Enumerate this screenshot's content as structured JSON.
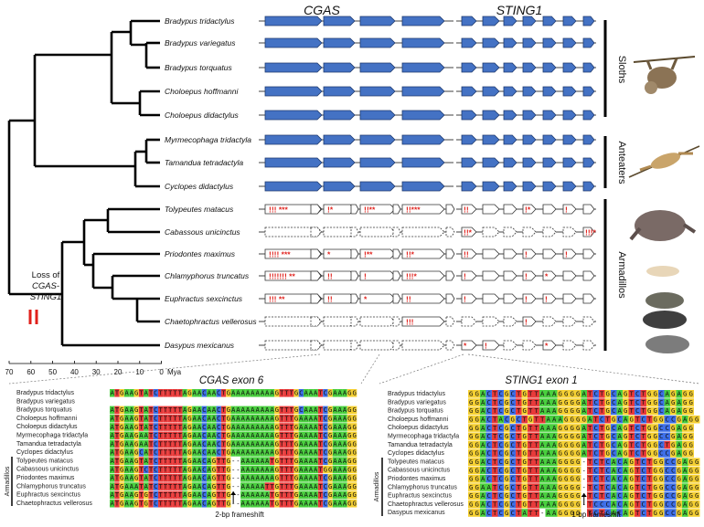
{
  "colors": {
    "gene_intact": "#4472c4",
    "gene_outline": "#1f3a6e",
    "stop": "#e0201b",
    "loss_mark": "#e0201b"
  },
  "figure": {
    "gene_titles": [
      "CGAS",
      "STING1"
    ],
    "clades": [
      "Sloths",
      "Anteaters",
      "Armadillos"
    ],
    "axis": {
      "ticks": [
        "70",
        "60",
        "50",
        "40",
        "30",
        "20",
        "10",
        "0"
      ],
      "unit": "Mya"
    },
    "loss_label": {
      "line1": "Loss of",
      "line2": "CGAS-",
      "line3": "STING1"
    },
    "species": [
      {
        "name": "Bradypus tridactylus",
        "status": "intact",
        "cgas_marks": [],
        "sting_marks": []
      },
      {
        "name": "Bradypus variegatus",
        "status": "partial",
        "cgas_marks": [],
        "sting_marks": []
      },
      {
        "name": "Bradypus torquatus",
        "status": "intact",
        "cgas_marks": [],
        "sting_marks": []
      },
      {
        "name": "Choloepus hoffmanni",
        "status": "intact",
        "cgas_marks": [],
        "sting_marks": []
      },
      {
        "name": "Choloepus didactylus",
        "status": "intact",
        "cgas_marks": [],
        "sting_marks": []
      },
      {
        "name": "Myrmecophaga tridactyla",
        "status": "intact",
        "cgas_marks": [],
        "sting_marks": []
      },
      {
        "name": "Tamandua tetradactyla",
        "status": "intact",
        "cgas_marks": [],
        "sting_marks": []
      },
      {
        "name": "Cyclopes didactylus",
        "status": "intact",
        "cgas_marks": [],
        "sting_marks": []
      },
      {
        "name": "Tolypeutes matacus",
        "status": "lost",
        "cgas_marks": [
          "!!! ***",
          "!*",
          "!!**",
          "!!***"
        ],
        "sting_marks": [
          "!!",
          "",
          "",
          "!*",
          "",
          "!",
          ""
        ]
      },
      {
        "name": "Cabassous unicinctus",
        "status": "lost-dashed",
        "cgas_marks": [
          "",
          "",
          "",
          ""
        ],
        "sting_marks": [
          "!!*",
          "",
          "",
          "",
          "",
          "",
          "!!!*"
        ]
      },
      {
        "name": "Priodontes maximus",
        "status": "lost",
        "cgas_marks": [
          "!!!! ***",
          "*",
          "!**",
          "!!*"
        ],
        "sting_marks": [
          "!!",
          "",
          "",
          "!",
          "",
          "!",
          ""
        ]
      },
      {
        "name": "Chlamyphorus truncatus",
        "status": "lost",
        "cgas_marks": [
          "!!!!!!! **",
          "!!",
          "!",
          "!!!*"
        ],
        "sting_marks": [
          "!",
          "",
          "",
          "!",
          "*",
          "",
          ""
        ]
      },
      {
        "name": "Euphractus sexcinctus",
        "status": "lost",
        "cgas_marks": [
          "!!! **",
          "!!",
          "*",
          "!!"
        ],
        "sting_marks": [
          "!",
          "",
          "",
          "!",
          "!",
          "",
          ""
        ]
      },
      {
        "name": "Chaetophractus vellerosus",
        "status": "lost-dashed",
        "cgas_marks": [
          "",
          "",
          "",
          "!!!"
        ],
        "sting_marks": [
          "",
          "",
          "",
          "!",
          "",
          "",
          ""
        ]
      },
      {
        "name": "Dasypus mexicanus",
        "status": "lost-dashed",
        "cgas_marks": [
          "",
          "",
          "",
          ""
        ],
        "sting_marks": [
          "*",
          "!",
          "",
          "",
          "*",
          "",
          ""
        ]
      }
    ],
    "alignment_cgas": {
      "title": "CGAS exon 6",
      "clade_label": "Armadillos",
      "frameshift_label": "2-bp frameshift",
      "rows": [
        {
          "name": "Bradypus tridactylus",
          "seq": "ATGAAGTATCTTTTTAGAACAACTGAAAAAAAAAGTTTGCAAATCGAAAGG"
        },
        {
          "name": "Bradypus variegatus",
          "seq": ""
        },
        {
          "name": "Bradypus torquatus",
          "seq": "ATGAAGTATCTTTTTAGAACAACTGAAAAAAAAAGTTTGCAAATCGAAAGG"
        },
        {
          "name": "Choloepus hoffmanni",
          "seq": "ATGAAGTATCTTTTTAGAACAACTGAAAAAAAAAGTTTGAAAATCGAAAGG"
        },
        {
          "name": "Choloepus didactylus",
          "seq": "ATGAAGTATCTTTTTAGAACAACTGAAAAAAAAAGTTTGAAAATCGAAAGG"
        },
        {
          "name": "Myrmecophaga tridactyla",
          "seq": "ATGAAGAATCTTTTTAGAACAACTGAAAAAAAAAGTTTGAAAATCGAAAGG"
        },
        {
          "name": "Tamandua tetradactyla",
          "seq": "ATGAAGAATCTTTTTAGAACAACTGAAAAAAAAAGTTTGAAAATCGAAAGG"
        },
        {
          "name": "Cyclopes didactylus",
          "seq": "ATGAAGCATCTTTTTAGAACAACTGAAAAAAAAAGTTTGAAAATCGAAAGG"
        },
        {
          "name": "Tolypeutes matacus",
          "seq": "ATGAAGTATCTTTTTAGAACAGTTG--AAAAAATGTTTGAAAATCGAAAGG"
        },
        {
          "name": "Cabassous unicinctus",
          "seq": "ATGAAGTCTCTTTTTAGAACAGTTG--AAAAAAAGTTTGAAAATGGAAAGG"
        },
        {
          "name": "Priodontes maximus",
          "seq": "ATGAAGTATCTTTTTAGAACAGTTG--AAAAAAAGTTTGAAAATCGAAAGG"
        },
        {
          "name": "Chlamyphorus truncatus",
          "seq": "ATGAAATATCTTTTTAGAACAGTTG--AAAAATTGTTTGAAAATCGAAAGG"
        },
        {
          "name": "Euphractus sexcinctus",
          "seq": "ATGAAGTGTCTTTTTAGAACAGTTG--AAAAAATGTTTGAAAATCGAAAGG"
        },
        {
          "name": "Chaetophractus vellerosus",
          "seq": "ATGAAGTGTCTTTTTAGAACAGTTG--AAAAAATGTTTGAAAATCGAAAGG"
        }
      ]
    },
    "alignment_sting": {
      "title": "STING1 exon 1",
      "clade_label": "Armadillos",
      "frameshift_label": "1-bp frameshift",
      "rows": [
        {
          "name": "Bradypus tridactylus",
          "seq": "GGACTCGCTGTTAAAGGGGATCTGCAGTCTGGCAGAGG"
        },
        {
          "name": "Bradypus variegatus",
          "seq": "GGACTCGCTGTTAAAGGGGATCTGCAGTCTGGCAGAGG"
        },
        {
          "name": "Bradypus torquatus",
          "seq": "GGACTCGCTGTTAAAGGGGATCTGCAGTCTGGCAGAGG"
        },
        {
          "name": "Choloepus hoffmanni",
          "seq": "GGACTACGCTGTTAAAGGGGATCTGCAGTCTGGCCGAGG"
        },
        {
          "name": "Choloepus didactylus",
          "seq": "GGACTCGCTGTTAAAGGGGATCTGCAGTCTGGCCGAGG"
        },
        {
          "name": "Myrmecophaga tridactyla",
          "seq": "GGACTCGCTGTTAAAGGGGATCTGCAGTCTGGCCGAGG"
        },
        {
          "name": "Tamandua tetradactyla",
          "seq": "GGACTCGCTGTTAAAGGGGATCTGCAGTCTGGCTGAGG"
        },
        {
          "name": "Cyclopes didactylus",
          "seq": "GGACTCGCTGTTAAAGGGGATCTGCAGTCTGGCCGAGG"
        },
        {
          "name": "Tolypeutes matacus",
          "seq": "GGACTCGCTGTTAAAGGGG-TCTCACAGTCTGGCCGAGG"
        },
        {
          "name": "Cabassous unicinctus",
          "seq": "GGACTCGCTGTTAAAGGGG-TCTCACAGTCTGGCCGAGG"
        },
        {
          "name": "Priodontes maximus",
          "seq": "GGACTCGCTGTTAAAGGGG-TCTCACAGTCTGGCCGAGG"
        },
        {
          "name": "Chlamyphorus truncatus",
          "seq": "GGAATCGCTGTTAAAGGGG-TCTCACAGTCTGGCCGAGG"
        },
        {
          "name": "Euphractus sexcinctus",
          "seq": "GGACTCGCTGTTAAAGGGG-TCTCACAGTCTGGCCGAGG"
        },
        {
          "name": "Chaetophractus vellerosus",
          "seq": "GGACTCGCTGTTAAAGGGG-TCCCACAGTCTGGCCGAGG"
        },
        {
          "name": "Dasypus mexicanus",
          "seq": "GGACTCGCTATT-AAGGGG-TCTCACAGTCTGGCCGAGG"
        }
      ]
    }
  }
}
